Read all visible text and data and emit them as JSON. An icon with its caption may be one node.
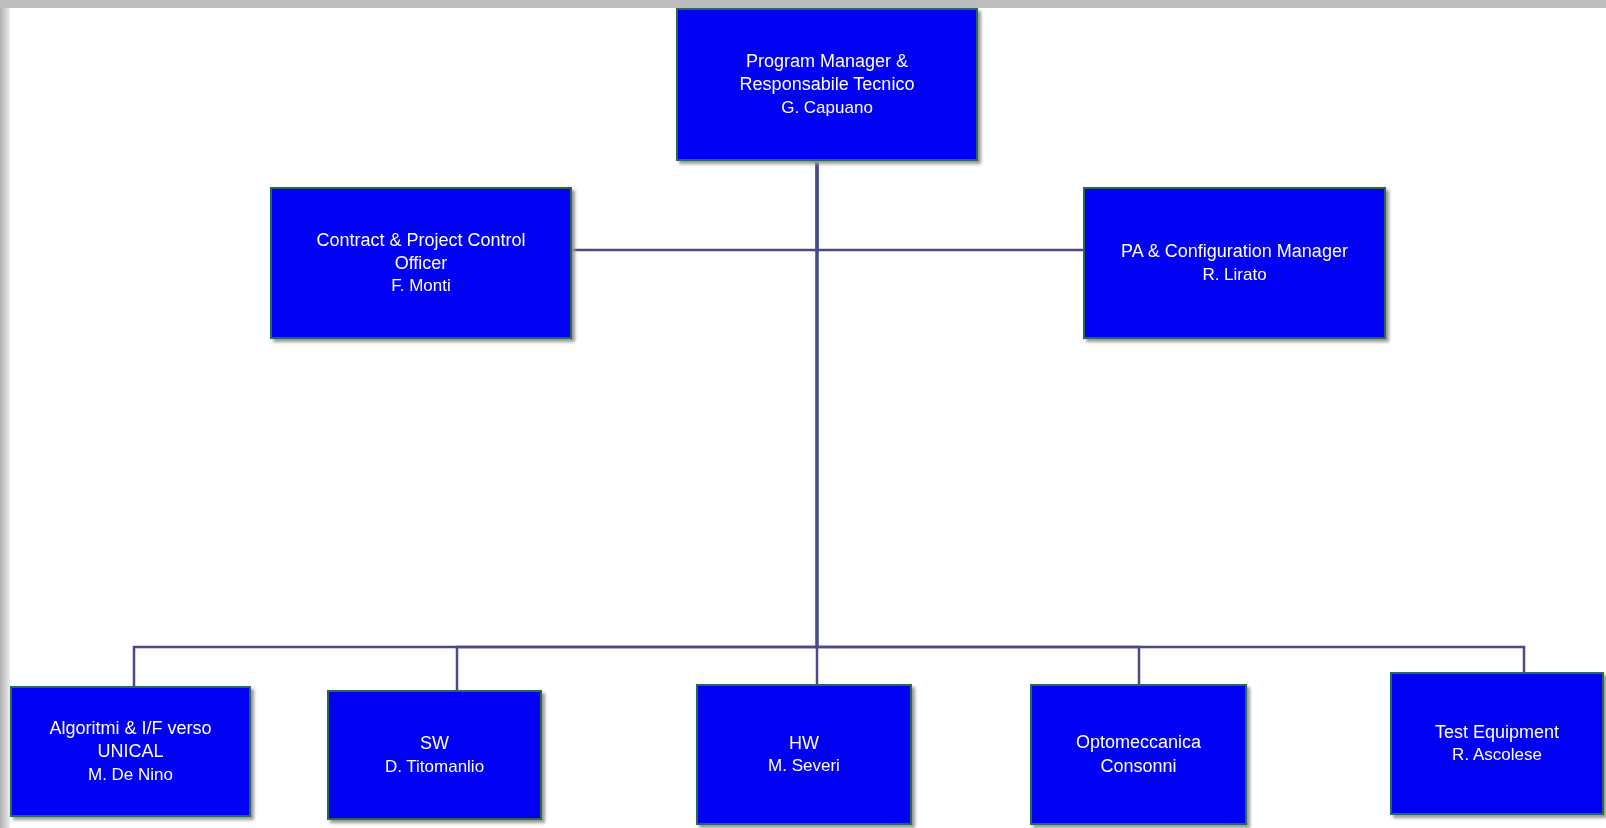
{
  "diagram": {
    "nodes": [
      {
        "text": [
          "Program Manager & Responsabile Tecnico",
          "G. Capuano"
        ]
      },
      {
        "text": [
          "Contract & Project Control Officer",
          "F. Monti"
        ]
      },
      {
        "text": [
          "PA & Configuration Manager",
          "R. Lirato"
        ]
      },
      {
        "text": [
          "Algoritmi & I/F verso UNICAL",
          "M. De Nino"
        ]
      },
      {
        "text": [
          "SW",
          "D. Titomanlio"
        ]
      },
      {
        "text": [
          "HW",
          "M. Severi"
        ]
      },
      {
        "text": [
          "Optomeccanica Consonni"
        ]
      },
      {
        "text": [
          "Test Equipment",
          "R. Ascolese"
        ]
      }
    ],
    "edges": [
      {
        "from": 0,
        "to": 1,
        "arrow": "none"
      },
      {
        "from": 0,
        "to": 2,
        "arrow": "none"
      },
      {
        "from": 0,
        "to": 3,
        "arrow": "none"
      },
      {
        "from": 0,
        "to": 4,
        "arrow": "none"
      },
      {
        "from": 0,
        "to": 5,
        "arrow": "none"
      },
      {
        "from": 0,
        "to": 6,
        "arrow": "none"
      },
      {
        "from": 0,
        "to": 7,
        "arrow": "none"
      }
    ]
  }
}
